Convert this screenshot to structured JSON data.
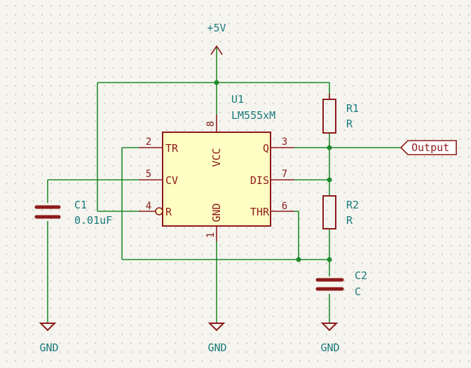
{
  "colors": {
    "wire": "#1f8a2a",
    "component": "#8e1a1a",
    "ic_body": "#fefec4",
    "reference_text": "#1a7a7a"
  },
  "power": {
    "vcc_label": "+5V",
    "gnd_labels": [
      "GND",
      "GND",
      "GND"
    ]
  },
  "u1": {
    "ref": "U1",
    "value": "LM555xM",
    "pins": {
      "tr": {
        "name": "TR",
        "num": "2"
      },
      "cv": {
        "name": "CV",
        "num": "5"
      },
      "r": {
        "name": "R",
        "num": "4"
      },
      "vcc": {
        "name": "VCC",
        "num": "8"
      },
      "gnd": {
        "name": "GND",
        "num": "1"
      },
      "q": {
        "name": "Q",
        "num": "3"
      },
      "dis": {
        "name": "DIS",
        "num": "7"
      },
      "thr": {
        "name": "THR",
        "num": "6"
      }
    }
  },
  "r1": {
    "ref": "R1",
    "value": "R"
  },
  "r2": {
    "ref": "R2",
    "value": "R"
  },
  "c1": {
    "ref": "C1",
    "value": "0.01uF"
  },
  "c2": {
    "ref": "C2",
    "value": "C"
  },
  "output_label": "Output"
}
